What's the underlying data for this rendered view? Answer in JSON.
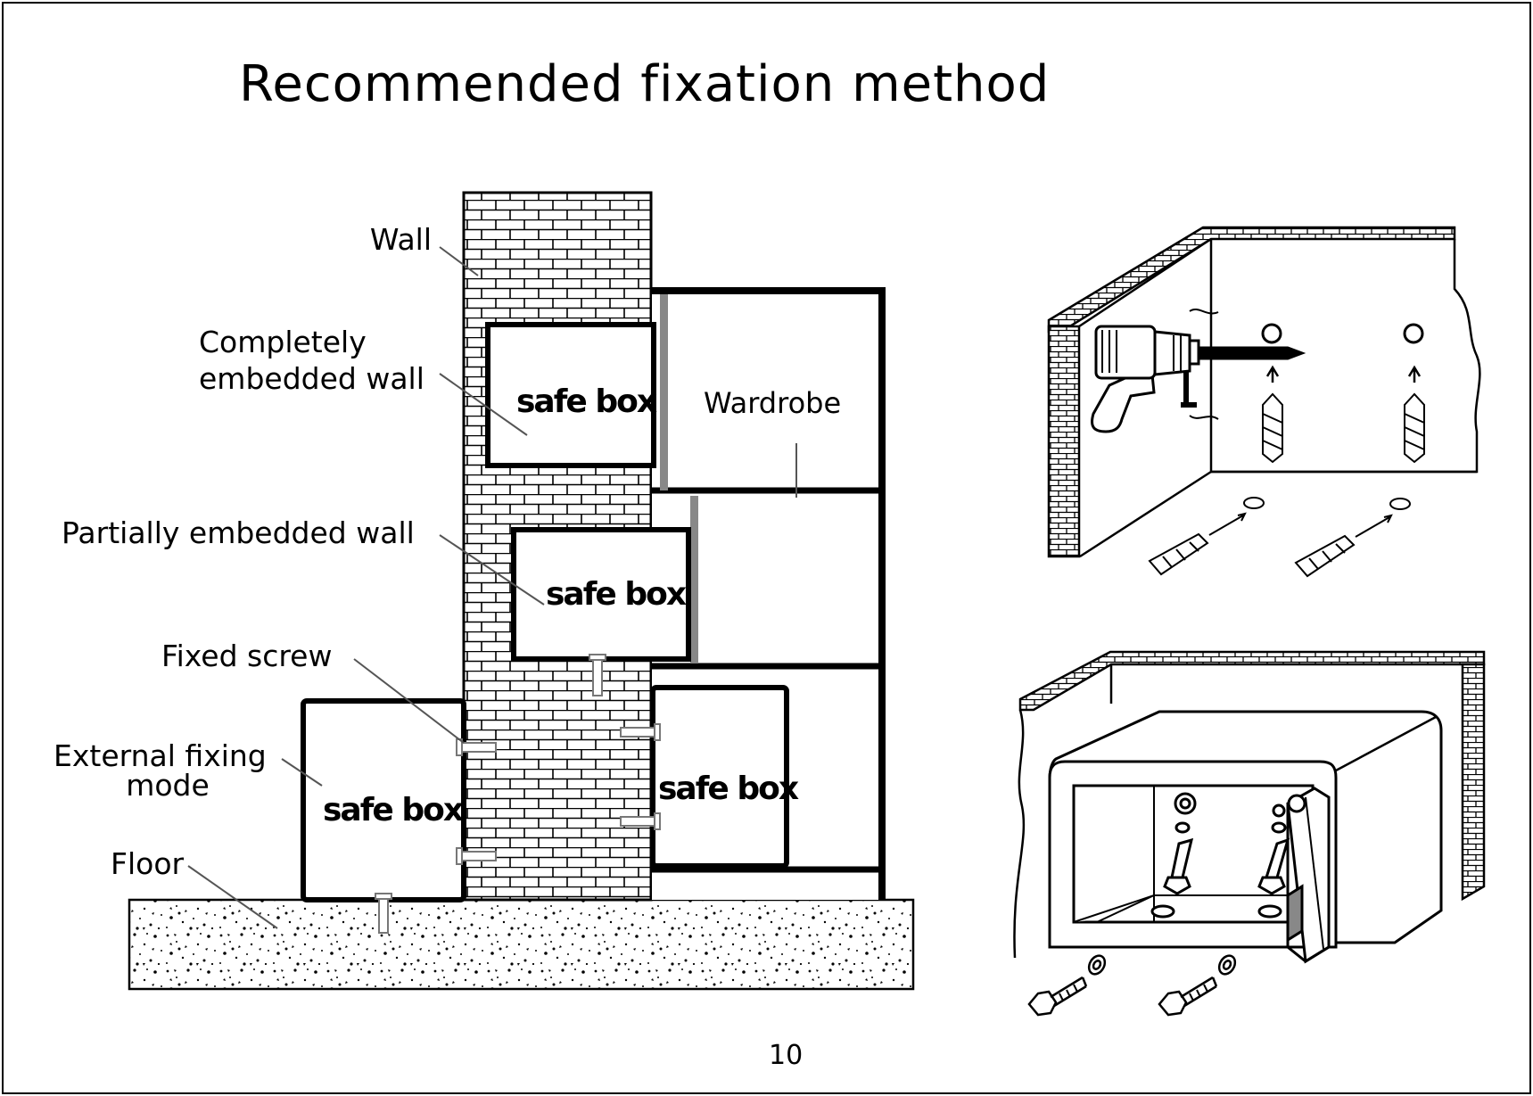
{
  "title": "Recommended fixation method",
  "labels": {
    "wall": "Wall",
    "completely_line1": "Completely",
    "completely_line2": "embedded wall",
    "partially": "Partially embedded wall",
    "fixed_screw": "Fixed screw",
    "external_line1": "External fixing",
    "external_line2": "mode",
    "floor": "Floor",
    "wardrobe": "Wardrobe"
  },
  "safe_box_label": "safe box",
  "page_number": "10"
}
